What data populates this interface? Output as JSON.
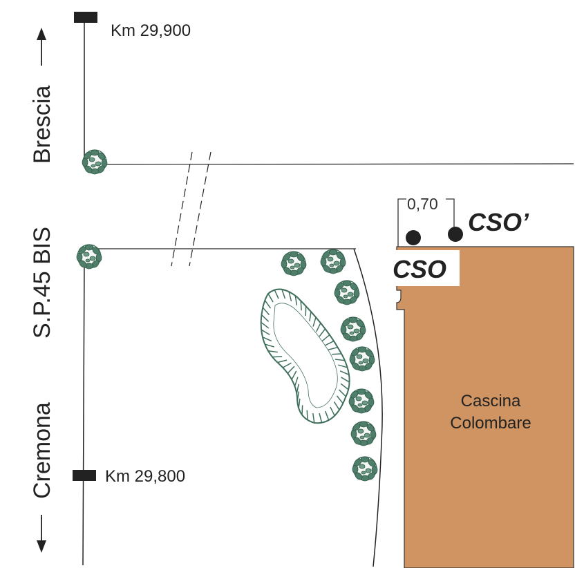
{
  "road": {
    "name": "S.P.45 BIS",
    "direction_north": "Brescia",
    "direction_south": "Cremona"
  },
  "km_markers": [
    {
      "label": "Km 29,900"
    },
    {
      "label": "Km 29,800"
    }
  ],
  "points": {
    "cso": "CSO",
    "cso_prime": "CSO’",
    "distance": "0,70"
  },
  "building": {
    "line1": "Cascina",
    "line2": "Colombare",
    "color": "#d09462"
  },
  "tree_color": "#3f6f5b"
}
